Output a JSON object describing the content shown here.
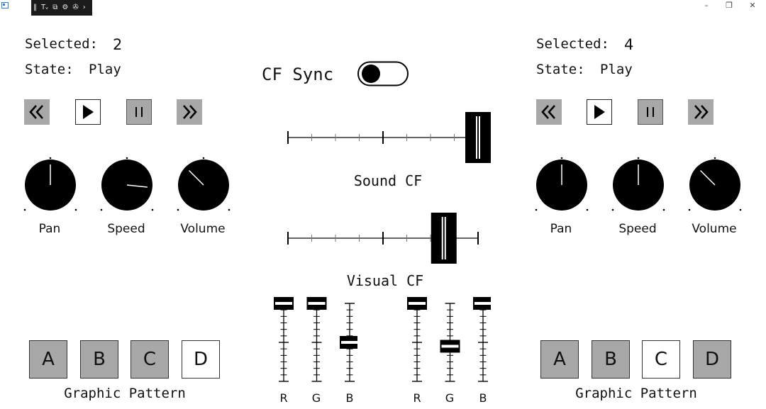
{
  "window": {
    "toolbar_glyphs": [
      "‖",
      "Tᵥ",
      "⧉",
      "⚙",
      "✇",
      "›"
    ],
    "minimize": "–",
    "restore": "❐",
    "close": "✕"
  },
  "deck_left": {
    "selected_label": "Selected:",
    "selected_value": "2",
    "state_label": "State:",
    "state_value": "Play",
    "knobs": [
      {
        "label": "Pan",
        "angle_deg": 0
      },
      {
        "label": "Speed",
        "angle_deg": 96
      },
      {
        "label": "Volume",
        "angle_deg": -45
      }
    ],
    "patterns": [
      {
        "label": "A",
        "active": false
      },
      {
        "label": "B",
        "active": false
      },
      {
        "label": "C",
        "active": false
      },
      {
        "label": "D",
        "active": true
      }
    ],
    "pattern_label": "Graphic Pattern"
  },
  "deck_right": {
    "selected_label": "Selected:",
    "selected_value": "4",
    "state_label": "State:",
    "state_value": "Play",
    "knobs": [
      {
        "label": "Pan",
        "angle_deg": 0
      },
      {
        "label": "Speed",
        "angle_deg": 0
      },
      {
        "label": "Volume",
        "angle_deg": -45
      }
    ],
    "patterns": [
      {
        "label": "A",
        "active": false
      },
      {
        "label": "B",
        "active": false
      },
      {
        "label": "C",
        "active": true
      },
      {
        "label": "D",
        "active": false
      }
    ],
    "pattern_label": "Graphic Pattern"
  },
  "center": {
    "sync_label": "CF Sync",
    "sync_on": false,
    "sound_cf_label": "Sound CF",
    "sound_cf_value": 1.0,
    "visual_cf_label": "Visual CF",
    "visual_cf_value": 0.82
  },
  "rgb_left": [
    {
      "label": "R",
      "value": 1.0
    },
    {
      "label": "G",
      "value": 1.0
    },
    {
      "label": "B",
      "value": 0.5
    }
  ],
  "rgb_right": [
    {
      "label": "R",
      "value": 1.0
    },
    {
      "label": "G",
      "value": 0.45
    },
    {
      "label": "B",
      "value": 1.0
    }
  ],
  "colors": {
    "button_gray": "#a8a8a8",
    "ink": "#000000"
  }
}
